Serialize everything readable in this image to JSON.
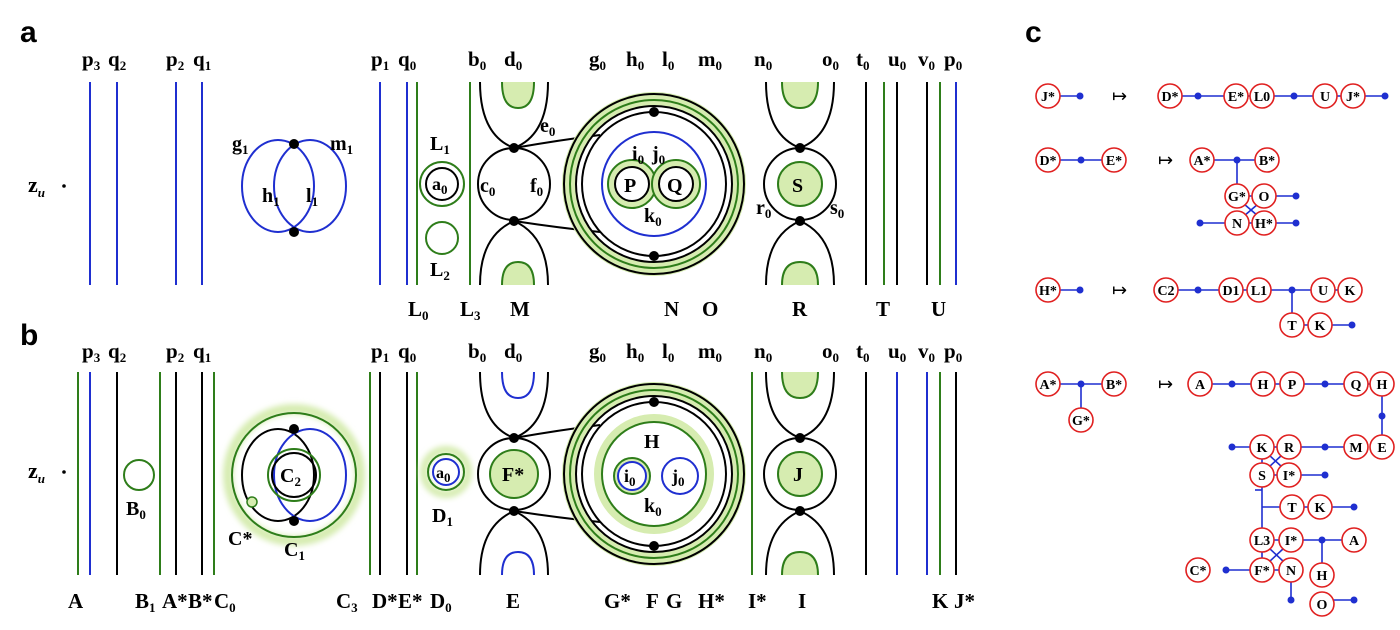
{
  "figure": {
    "panels": [
      "a",
      "b",
      "c"
    ],
    "colors": {
      "blue": "#1f2fd0",
      "green": "#2e7d1a",
      "halo": "#d6ecb0",
      "black": "#000000",
      "node_ring": "#e02020",
      "edge": "#1f2fd0"
    },
    "z_label": {
      "base": "z",
      "sub": "u",
      "dot": "."
    },
    "a_labels": {
      "top": [
        "p",
        "q",
        "p",
        "q",
        "p",
        "q",
        "b",
        "d",
        "g",
        "h",
        "l",
        "m",
        "n",
        "o",
        "t",
        "u",
        "v",
        "p"
      ],
      "top_subs": [
        "3",
        "2",
        "2",
        "1",
        "1",
        "0",
        "0",
        "0",
        "0",
        "0",
        "0",
        "0",
        "0",
        "0",
        "0",
        "0",
        "0",
        "0"
      ],
      "bottom": [
        "L",
        "L",
        "M",
        "N",
        "O",
        "R",
        "T",
        "U"
      ],
      "bottom_subs": [
        "0",
        "3",
        "",
        "",
        "",
        "",
        "",
        ""
      ],
      "inner": {
        "g1": "g",
        "m1": "m",
        "h1": "h",
        "l1": "l",
        "L1": "L",
        "a0": "a",
        "L2": "L",
        "c0": "c",
        "f0": "f",
        "e0": "e",
        "i0": "i",
        "j0": "j",
        "P": "P",
        "Q": "Q",
        "k0": "k",
        "S": "S",
        "r0": "r",
        "s0": "s"
      }
    },
    "b_labels": {
      "bottom": [
        "A",
        "B",
        "A*",
        "B*",
        "C",
        "C",
        "D*",
        "E*",
        "D",
        "E",
        "G*",
        "F",
        "G",
        "H*",
        "I*",
        "I",
        "K",
        "J*"
      ],
      "inner": {
        "B0": "B",
        "C2": "C",
        "Cstar": "C*",
        "C1": "C",
        "D1": "D",
        "a0": "a",
        "Fstar": "F*",
        "H": "H",
        "i0": "i",
        "j0": "j",
        "k0": "k",
        "J": "J"
      }
    },
    "c_rules": [
      {
        "lhs": [
          "J*"
        ],
        "arrow": "↦",
        "rhs": [
          "D*",
          "E*",
          "L0",
          "U",
          "J*"
        ]
      },
      {
        "lhs": [
          "D*",
          "E*"
        ],
        "arrow": "↦",
        "rhs": [
          "A*",
          "B*",
          "G*",
          "O",
          "N",
          "H*"
        ]
      },
      {
        "lhs": [
          "H*"
        ],
        "arrow": "↦",
        "rhs": [
          "C2",
          "D1",
          "L1",
          "U",
          "K",
          "T",
          "K"
        ]
      },
      {
        "lhs": [
          "A*",
          "B*",
          "G*"
        ],
        "arrow": "↦",
        "rhs": [
          "A",
          "H",
          "P",
          "Q",
          "H",
          "E",
          "M",
          "R",
          "K",
          "S",
          "I*",
          "T",
          "K",
          "L3",
          "I*",
          "A",
          "C*",
          "F*",
          "N",
          "H",
          "O"
        ]
      }
    ]
  }
}
